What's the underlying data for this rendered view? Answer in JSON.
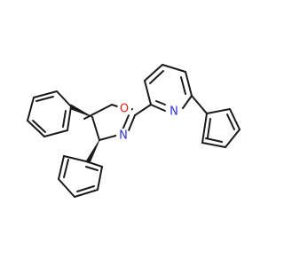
{
  "molecule": {
    "atoms": [
      {
        "id": "O1",
        "label": "O",
        "color": "#e8231a"
      },
      {
        "id": "N3",
        "label": "N",
        "color": "#2a33d8"
      },
      {
        "id": "Npy",
        "label": "N",
        "color": "#2a33d8"
      }
    ],
    "bond_color": "#1a1a1a"
  }
}
